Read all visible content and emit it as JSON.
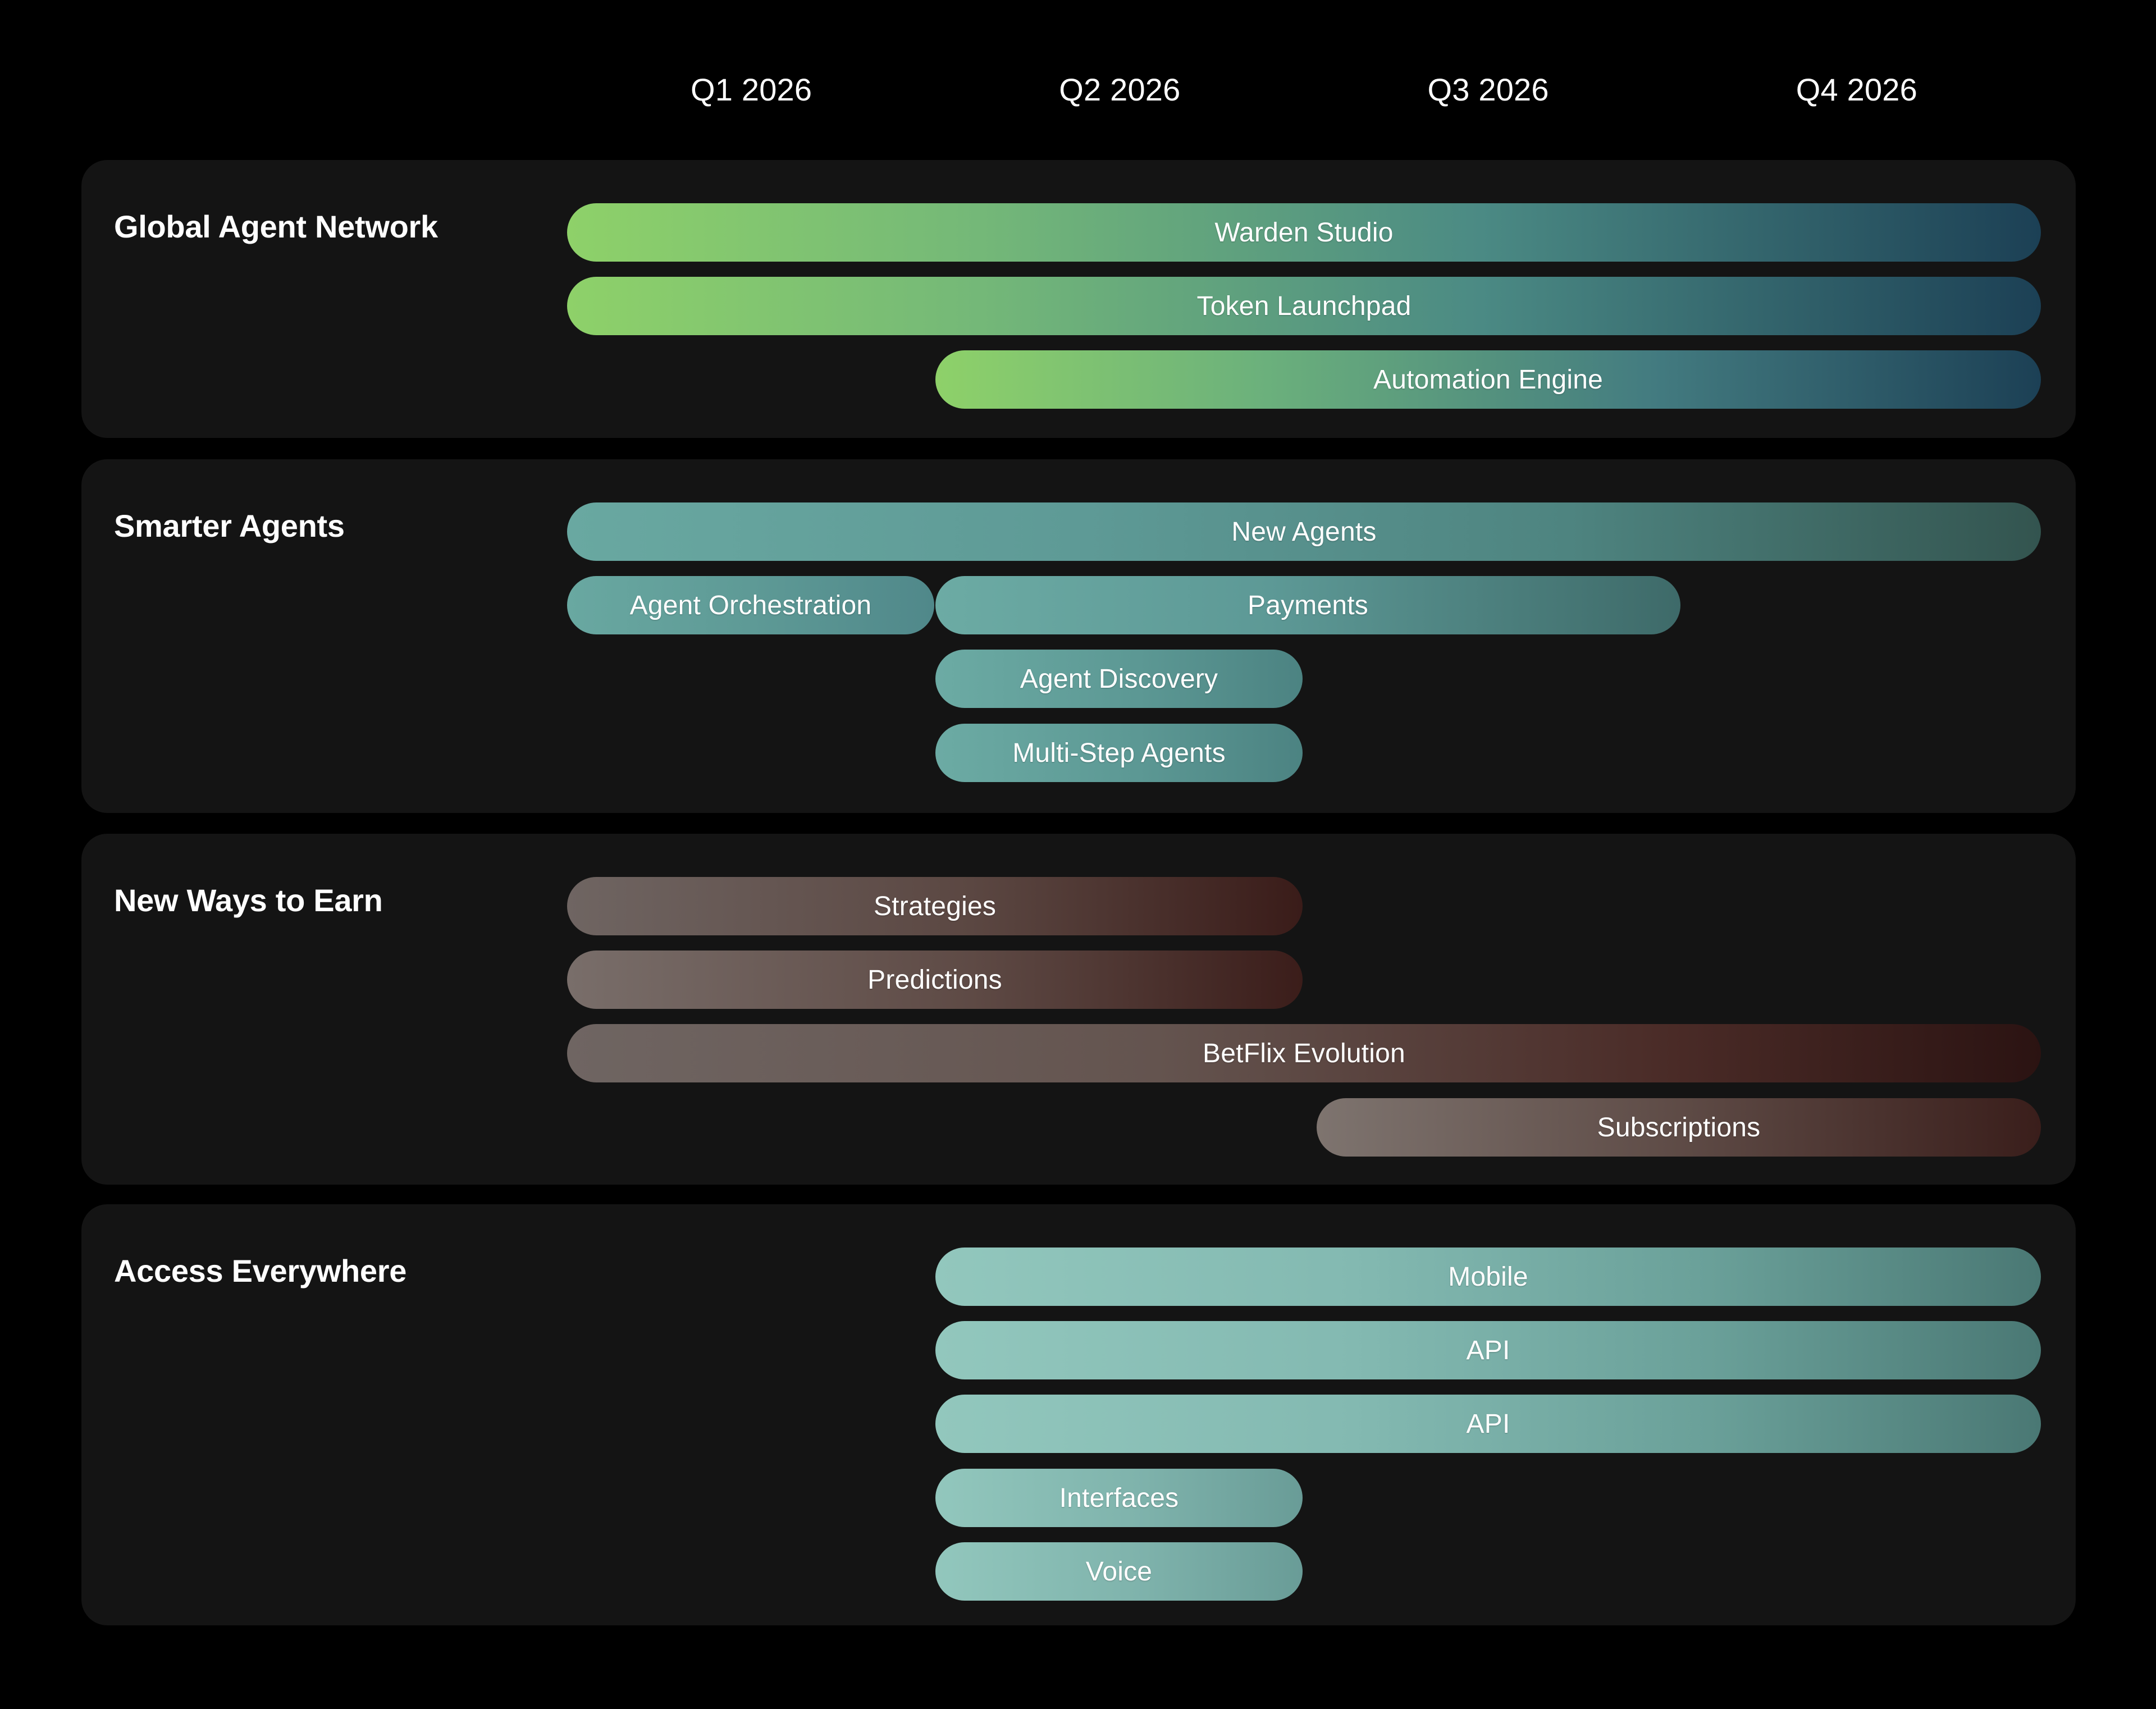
{
  "timeline": {
    "quarters": [
      "Q1 2026",
      "Q2 2026",
      "Q3 2026",
      "Q4 2026"
    ]
  },
  "colors": {
    "page_background": "#000000",
    "panel_background": "#141414",
    "text": "#ffffff",
    "green_start": "#8ED169",
    "blue_end": "#1C4055",
    "teal_start": "#69A8A1",
    "teal_end": "#33544F",
    "brown_start": "#6F6562",
    "maroon_end": "#2B1312",
    "mint_start": "#92C7BD",
    "mint_end": "#4A7874"
  },
  "chart_data": {
    "type": "bar",
    "title": "Product Roadmap Timeline",
    "xlabel": "",
    "ylabel": "",
    "categories": [
      "Q1 2026",
      "Q2 2026",
      "Q3 2026",
      "Q4 2026"
    ],
    "axis_range_quarters": [
      1,
      5
    ],
    "grid": false,
    "legend": "none",
    "orientation": "horizontal-gantt",
    "note": "Values are quarter offsets on a 4-quarter axis; start=1.0 means left edge of Q1 2026, end=5.0 means right edge of Q4 2026.",
    "series": [
      {
        "name": "Global Agent Network",
        "palette": "green-to-blue",
        "bars": [
          {
            "label": "Warden Studio",
            "start": 1.0,
            "end": 5.0,
            "duration_quarters": 4.0
          },
          {
            "label": "Token Launchpad",
            "start": 1.0,
            "end": 5.0,
            "duration_quarters": 4.0
          },
          {
            "label": "Automation Engine",
            "start": 2.0,
            "end": 5.0,
            "duration_quarters": 3.0
          }
        ]
      },
      {
        "name": "Smarter Agents",
        "palette": "teal",
        "bars": [
          {
            "label": "Agent Orchestration",
            "start": 1.0,
            "end": 1.8,
            "duration_quarters": 0.8
          },
          {
            "label": "New Agents",
            "start": 1.0,
            "end": 5.0,
            "duration_quarters": 4.0
          },
          {
            "label": "Payments",
            "start": 2.0,
            "end": 2.8,
            "duration_quarters": 0.8
          },
          {
            "label": "Agent Discovery",
            "start": 2.0,
            "end": 2.4,
            "duration_quarters": 0.4
          },
          {
            "label": "Multi-Step Agents",
            "start": 2.0,
            "end": 2.4,
            "duration_quarters": 0.4
          }
        ]
      },
      {
        "name": "New Ways to Earn",
        "palette": "brown-to-maroon",
        "bars": [
          {
            "label": "Strategies",
            "start": 1.0,
            "end": 2.4,
            "duration_quarters": 1.4
          },
          {
            "label": "Predictions",
            "start": 1.0,
            "end": 2.4,
            "duration_quarters": 1.4
          },
          {
            "label": "BetFlix Evolution",
            "start": 1.0,
            "end": 5.0,
            "duration_quarters": 4.0
          },
          {
            "label": "Subscriptions",
            "start": 2.8,
            "end": 5.0,
            "duration_quarters": 2.2
          }
        ]
      },
      {
        "name": "Access Everywhere",
        "palette": "mint",
        "bars": [
          {
            "label": "Mobile",
            "start": 2.0,
            "end": 5.0,
            "duration_quarters": 3.0
          },
          {
            "label": "API",
            "start": 2.0,
            "end": 5.0,
            "duration_quarters": 3.0
          },
          {
            "label": "API",
            "start": 2.0,
            "end": 5.0,
            "duration_quarters": 3.0
          },
          {
            "label": "Interfaces",
            "start": 2.0,
            "end": 2.4,
            "duration_quarters": 0.4
          },
          {
            "label": "Voice",
            "start": 2.0,
            "end": 2.4,
            "duration_quarters": 0.4
          }
        ]
      }
    ]
  },
  "sections": [
    {
      "title": "Global Agent Network",
      "bars": [
        {
          "label": "Warden Studio"
        },
        {
          "label": "Token Launchpad"
        },
        {
          "label": "Automation Engine"
        }
      ]
    },
    {
      "title": "Smarter Agents",
      "bars": [
        {
          "label": "New Agents"
        },
        {
          "label": "Agent Orchestration"
        },
        {
          "label": "Payments"
        },
        {
          "label": "Agent Discovery"
        },
        {
          "label": "Multi-Step Agents"
        }
      ]
    },
    {
      "title": "New Ways to Earn",
      "bars": [
        {
          "label": "Strategies"
        },
        {
          "label": "Predictions"
        },
        {
          "label": "BetFlix Evolution"
        },
        {
          "label": "Subscriptions"
        }
      ]
    },
    {
      "title": "Access Everywhere",
      "bars": [
        {
          "label": "Mobile"
        },
        {
          "label": "API"
        },
        {
          "label": "API"
        },
        {
          "label": "Interfaces"
        },
        {
          "label": "Voice"
        }
      ]
    }
  ]
}
